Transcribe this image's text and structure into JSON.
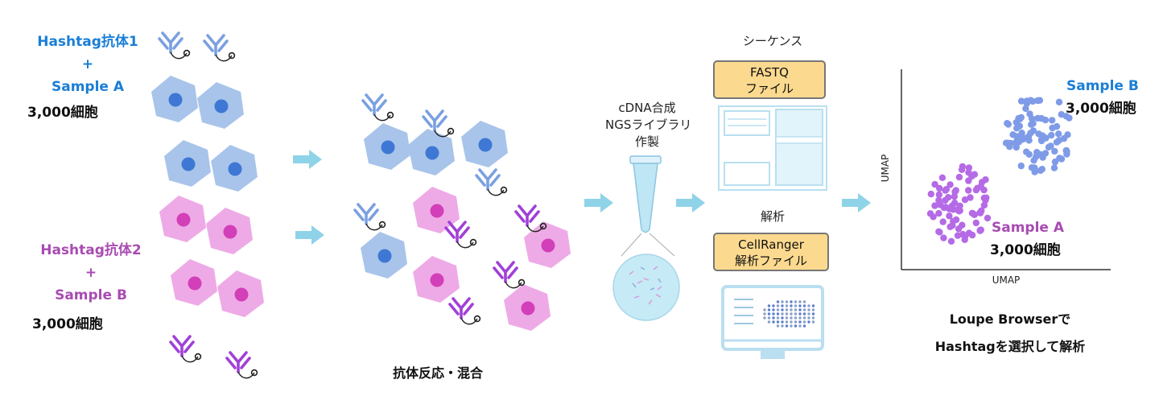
{
  "sample_a": {
    "label": "Hashtag抗体1",
    "plus": "+",
    "name": "Sample A",
    "cells": "3,000細胞"
  },
  "sample_b": {
    "label": "Hashtag抗体2",
    "plus": "+",
    "name": "Sample B",
    "cells": "3,000細胞"
  },
  "mix": {
    "caption": "抗体反応・混合"
  },
  "library": {
    "line1": "cDNA合成",
    "line2": "NGSライブラリ",
    "line3": "作製"
  },
  "sequence": {
    "title": "シーケンス",
    "box_line1": "FASTQ",
    "box_line2": "ファイル"
  },
  "analysis": {
    "title": "解析",
    "box_line1": "CellRanger",
    "box_line2": "解析ファイル"
  },
  "umap": {
    "x_label": "UMAP",
    "y_label": "UMAP",
    "cluster_b_name": "Sample B",
    "cluster_b_cells": "3,000細胞",
    "cluster_a_name": "Sample A",
    "cluster_a_cells": "3,000細胞"
  },
  "result": {
    "line1": "Loupe Browserで",
    "line2": "Hashtagを選択して解析"
  },
  "colors": {
    "sample_a": "#1a7ed6",
    "sample_b": "#a94bb2",
    "cell_blue": "#a8c4ea",
    "cell_pink": "#eeaae6",
    "nucleus_blue": "#3e78d4",
    "nucleus_pink": "#d23fb8",
    "arrow": "#8fd3e8",
    "box_fill": "#fbd98f"
  }
}
